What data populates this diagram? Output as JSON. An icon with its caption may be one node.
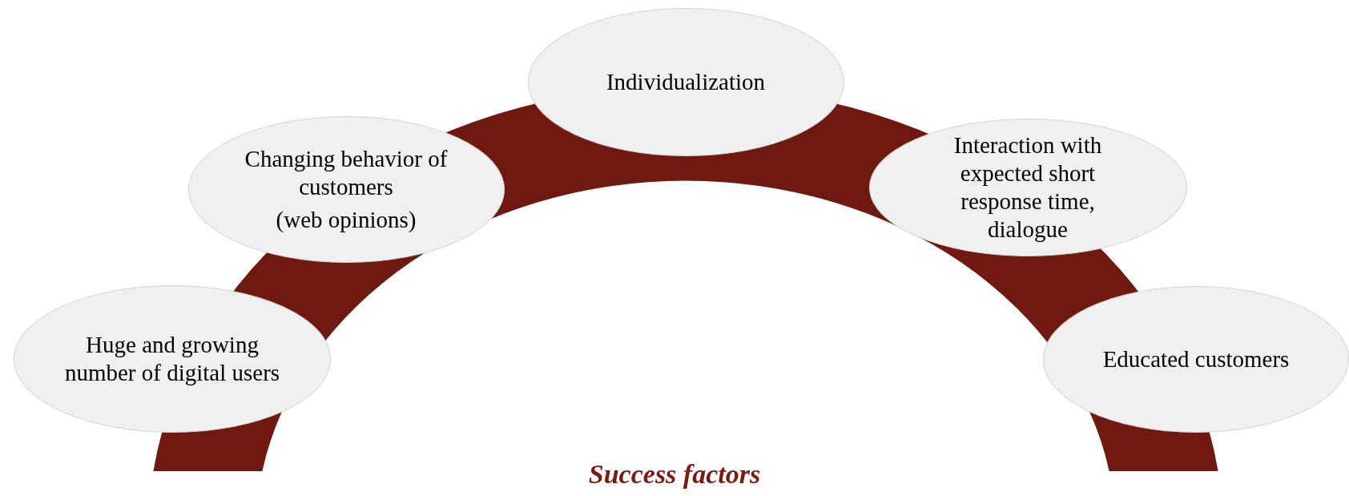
{
  "diagram": {
    "caption": "Success factors",
    "nodes": [
      {
        "text": [
          "Huge and growing number of digital users"
        ]
      },
      {
        "text": [
          "Changing behavior of customers",
          "(web opinions)"
        ]
      },
      {
        "text": [
          "Individualization"
        ]
      },
      {
        "text": [
          "Interaction with expected short response time, dialogue"
        ]
      },
      {
        "text": [
          "Educated customers"
        ]
      }
    ]
  }
}
